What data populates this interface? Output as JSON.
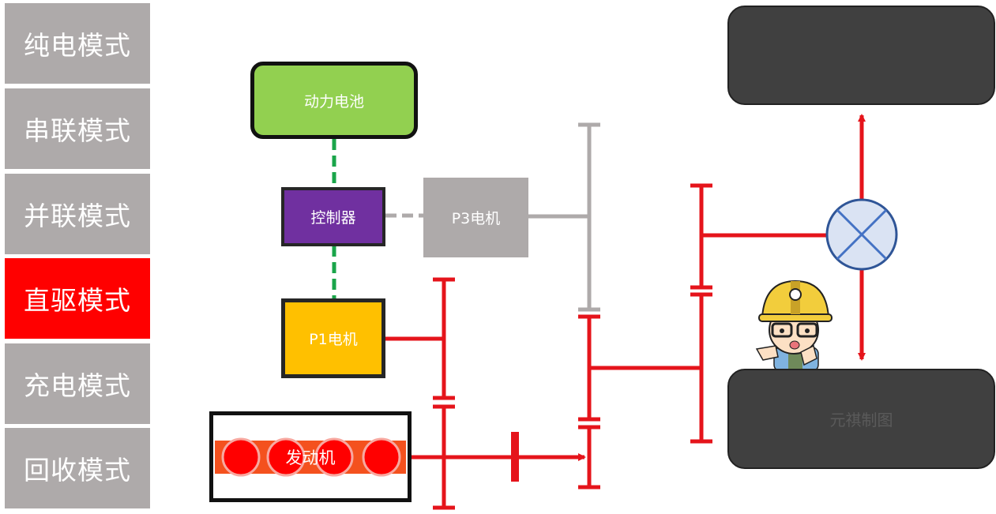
{
  "sidebar": {
    "items": [
      {
        "label": "纯电模式",
        "active": false
      },
      {
        "label": "串联模式",
        "active": false
      },
      {
        "label": "并联模式",
        "active": false
      },
      {
        "label": "直驱模式",
        "active": true
      },
      {
        "label": "充电模式",
        "active": false
      },
      {
        "label": "回收模式",
        "active": false
      }
    ]
  },
  "diagram": {
    "battery": {
      "label": "动力电池",
      "color": "#92d050"
    },
    "controller": {
      "label": "控制器",
      "color": "#7030a0"
    },
    "p3_motor": {
      "label": "P3电机",
      "color": "#aeaaaa"
    },
    "p1_motor": {
      "label": "P1电机",
      "color": "#ffc000"
    },
    "engine": {
      "label": "发动机",
      "color": "#ed7d31"
    },
    "wheel_top": {
      "label": "",
      "color": "#404040"
    },
    "wheel_bottom": {
      "label": "元祺制图",
      "color": "#404040"
    },
    "differential": {
      "label": "",
      "color": "#dae3f3"
    },
    "active_path_color": "#e5141b",
    "inactive_path_color": "#aeaaaa",
    "electric_link_color": "#1aa54a"
  },
  "colors": {
    "active_mode": "#ff0000",
    "inactive_mode": "#aeaaaa"
  }
}
